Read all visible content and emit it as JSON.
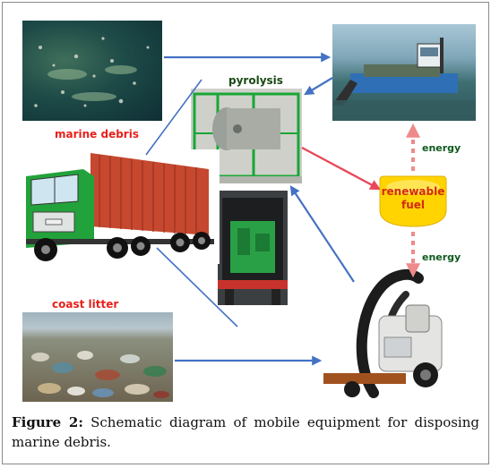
{
  "labels": {
    "marine_debris": "marine debris",
    "coast_litter": "coast litter",
    "pyrolysis": "pyrolysis",
    "energy_top": "energy",
    "energy_bottom": "energy",
    "fuel_line1": "renewable",
    "fuel_line2": "fuel"
  },
  "caption": {
    "figure_label": "Figure 2:",
    "text": "Schematic diagram of mobile equipment for disposing marine debris."
  },
  "colors": {
    "flow_arrow": "#4472c4",
    "fuel_arrow": "#e8485a",
    "energy_arrow": "#ef8a8a",
    "fuel_fill": "#ffd400",
    "label_red": "#e8201c",
    "label_green": "#0e5a1e"
  }
}
